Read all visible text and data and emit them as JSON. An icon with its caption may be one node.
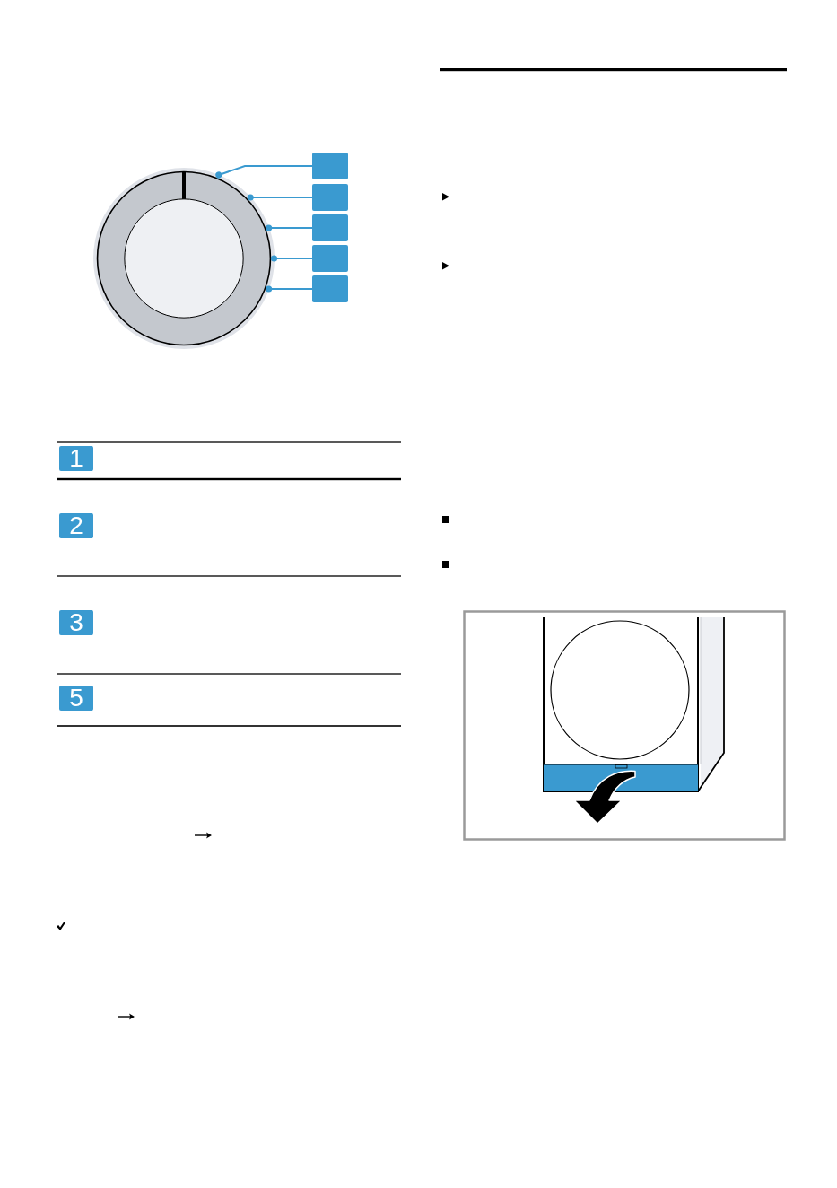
{
  "diagram": {
    "nodes": [
      {
        "text": [],
        "shape": "circle"
      },
      {
        "text": [],
        "shape": "box"
      },
      {
        "text": [],
        "shape": "box"
      },
      {
        "text": [],
        "shape": "box"
      },
      {
        "text": [],
        "shape": "box"
      },
      {
        "text": [],
        "shape": "box"
      },
      {
        "text": [
          "1"
        ]
      },
      {
        "text": [
          "2"
        ]
      },
      {
        "text": [
          "3"
        ]
      },
      {
        "text": [
          "5"
        ]
      }
    ],
    "edges": [
      {
        "from": 1,
        "to": 0,
        "arrow": "other"
      },
      {
        "from": 2,
        "to": 0,
        "arrow": "other"
      },
      {
        "from": 3,
        "to": 0,
        "arrow": "other"
      },
      {
        "from": 4,
        "to": 0,
        "arrow": "other"
      },
      {
        "from": 5,
        "to": 0,
        "arrow": "other"
      }
    ]
  }
}
